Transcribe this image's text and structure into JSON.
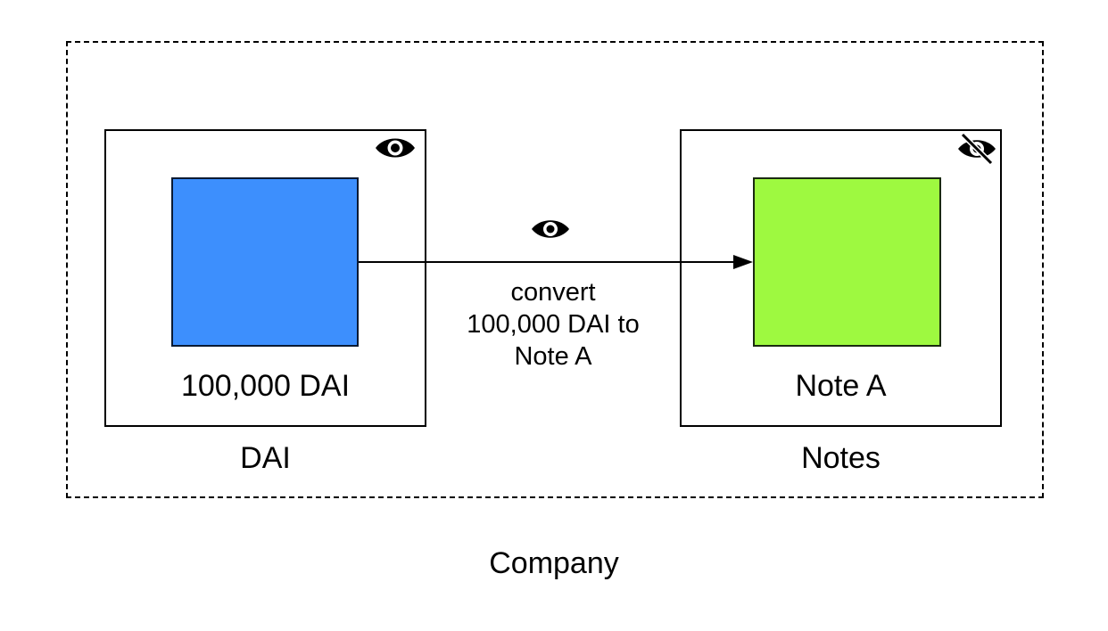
{
  "diagram": {
    "container": {
      "label": "Company"
    },
    "nodes": [
      {
        "id": "dai",
        "group_label": "DAI",
        "asset_label": "100,000 DAI",
        "color": "#3d8ffd",
        "visibility_icon": "eye-icon"
      },
      {
        "id": "notes",
        "group_label": "Notes",
        "asset_label": "Note A",
        "color": "#9ef940",
        "visibility_icon": "eye-slash-icon"
      }
    ],
    "edge": {
      "from": "dai",
      "to": "notes",
      "visibility_icon": "eye-icon",
      "label_lines": [
        "convert",
        "100,000 DAI to",
        "Note A"
      ]
    }
  }
}
